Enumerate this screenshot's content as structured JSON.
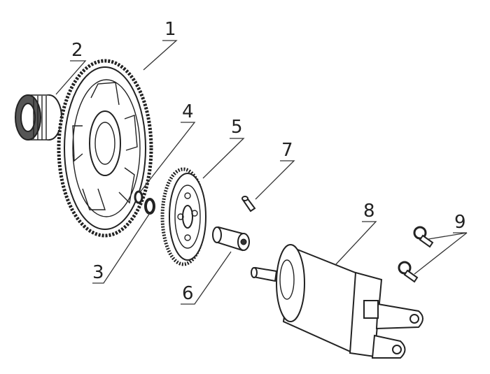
{
  "diagram": {
    "title": "Starter motor and starter gear exploded view",
    "callouts": [
      {
        "id": "1",
        "text": "1"
      },
      {
        "id": "2",
        "text": "2"
      },
      {
        "id": "3",
        "text": "3"
      },
      {
        "id": "4",
        "text": "4"
      },
      {
        "id": "5",
        "text": "5"
      },
      {
        "id": "6",
        "text": "6"
      },
      {
        "id": "7",
        "text": "7"
      },
      {
        "id": "8",
        "text": "8"
      },
      {
        "id": "9",
        "text": "9"
      }
    ]
  }
}
